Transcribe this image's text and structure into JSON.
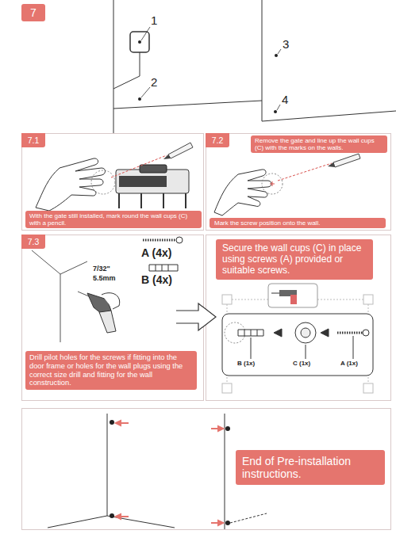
{
  "diagram": {
    "nodes": [
      {
        "text": [
          "7"
        ]
      },
      {
        "text": [
          "7.1"
        ]
      },
      {
        "text": [
          "With the gate still installed, mark round the wall cups (C) with a pencil."
        ]
      },
      {
        "text": [
          "7.2"
        ]
      },
      {
        "text": [
          "Remove the gate and line up the wall cups (C) with the marks on the walls."
        ]
      },
      {
        "text": [
          "Mark the screw position onto the wall."
        ]
      },
      {
        "text": [
          "7.3"
        ]
      },
      {
        "text": [
          "Drill pilot holes for the screws if fitting into the door frame or holes for the wall plugs using the correct size drill and fitting for the wall construction."
        ]
      },
      {
        "text": [
          "Secure the wall cups (C) in place using screws (A) provided or suitable screws."
        ]
      },
      {
        "text": [
          "End of Pre-installation instructions."
        ]
      }
    ],
    "labels": [
      "1",
      "2",
      "3",
      "4",
      "A (4x)",
      "B (4x)",
      "7/32\"",
      "5.5mm",
      "B (1x)",
      "C (1x)",
      "A (1x)"
    ]
  }
}
